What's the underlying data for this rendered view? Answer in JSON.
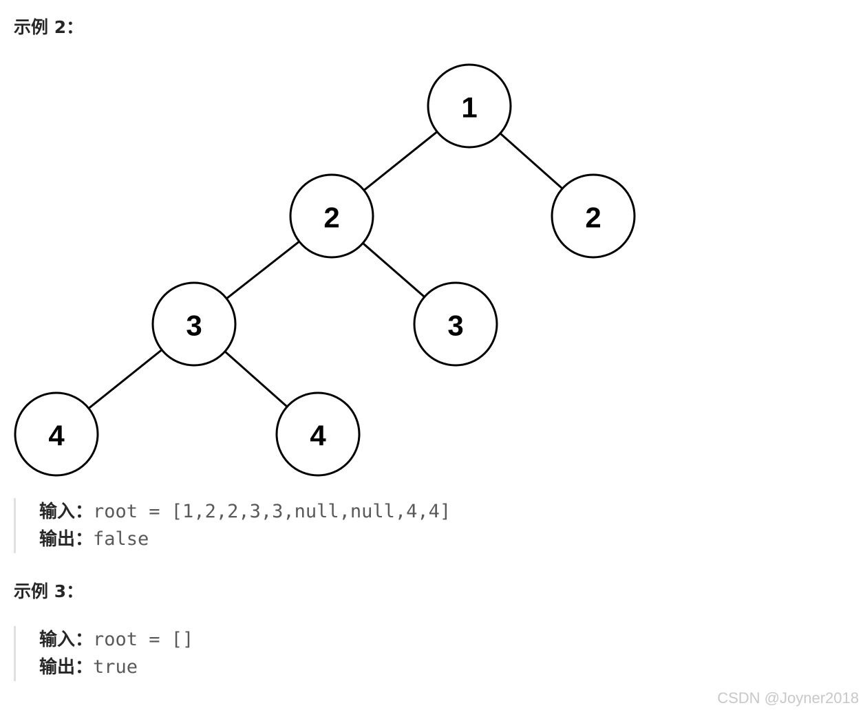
{
  "example2": {
    "heading": "示例 2：",
    "tree_values": [
      "1",
      "2",
      "2",
      "3",
      "3",
      "4",
      "4"
    ],
    "input_label": "输入：",
    "input_value": "root = [1,2,2,3,3,null,null,4,4]",
    "output_label": "输出：",
    "output_value": "false"
  },
  "example3": {
    "heading": "示例 3：",
    "input_label": "输入：",
    "input_value": "root = []",
    "output_label": "输出：",
    "output_value": "true"
  },
  "watermark": "CSDN @Joyner2018"
}
